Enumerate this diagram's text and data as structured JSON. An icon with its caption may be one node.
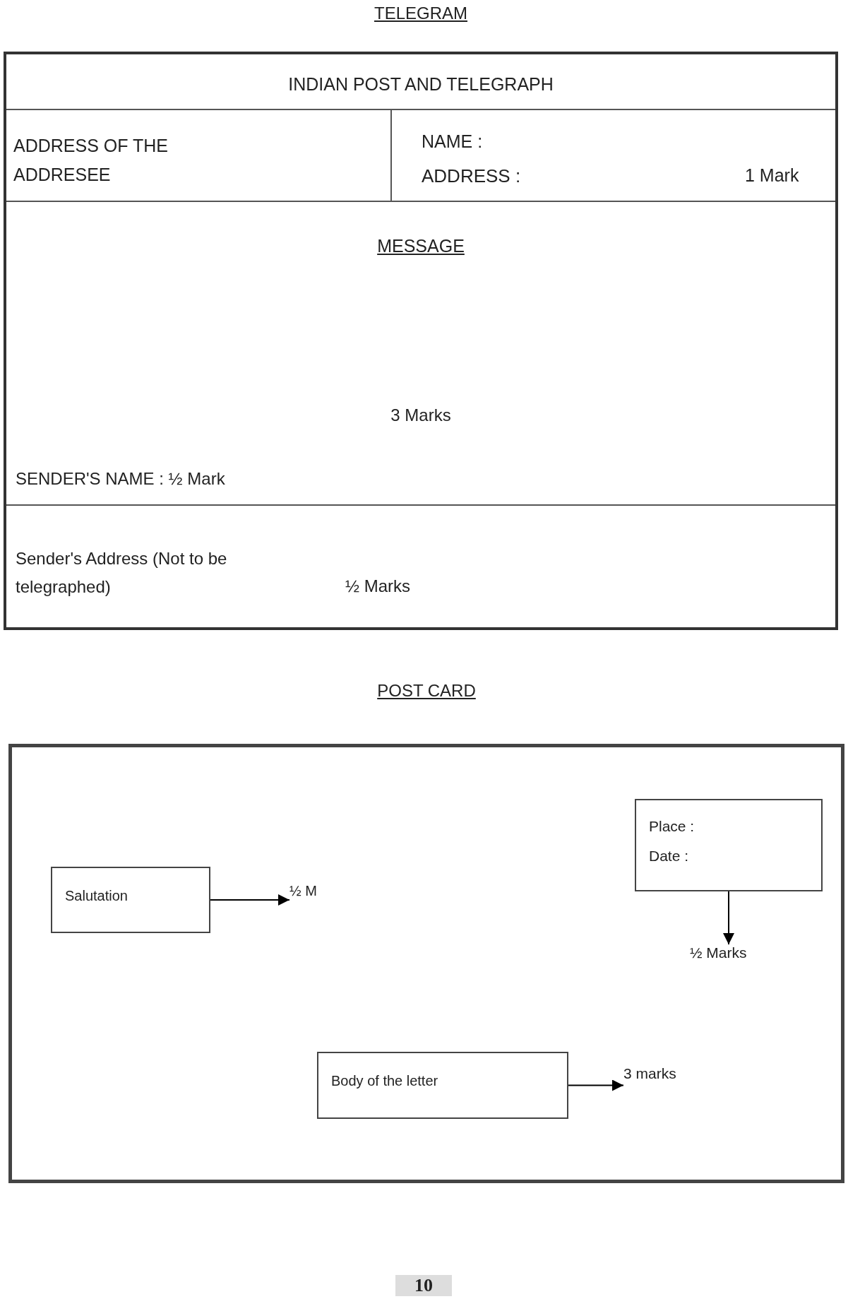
{
  "diagram": {
    "nodes": [
      {
        "text": [
          "TELEGRAM"
        ]
      },
      {
        "text": [
          "INDIAN POST AND TELEGRAPH"
        ],
        "in": 0
      },
      {
        "text": [
          "ADDRESS OF THE ADDRESEE"
        ],
        "in": 0
      },
      {
        "text": [
          "NAME :",
          "ADDRESS :",
          "1 Mark"
        ],
        "in": 0
      },
      {
        "text": [
          "MESSAGE",
          "3 Marks",
          "SENDER'S NAME : ½ Mark"
        ],
        "in": 0
      },
      {
        "text": [
          "Sender's Address (Not to be telegraphed)",
          "½ Marks"
        ],
        "in": 0
      },
      {
        "text": [
          "POST CARD"
        ]
      },
      {
        "text": [
          "Salutation"
        ],
        "in": 6
      },
      {
        "text": [
          "½ M"
        ],
        "in": 6
      },
      {
        "text": [
          "Place :",
          "Date :"
        ],
        "in": 6
      },
      {
        "text": [
          "½ Marks"
        ],
        "in": 6
      },
      {
        "text": [
          "Body of the letter"
        ],
        "in": 6
      },
      {
        "text": [
          "3 marks"
        ],
        "in": 6
      }
    ],
    "edges": [
      {
        "from": 7,
        "to": 8,
        "arrow": "to"
      },
      {
        "from": 9,
        "to": 10,
        "arrow": "to"
      },
      {
        "from": 11,
        "to": 12,
        "arrow": "to"
      }
    ],
    "labels": [
      "10"
    ]
  }
}
